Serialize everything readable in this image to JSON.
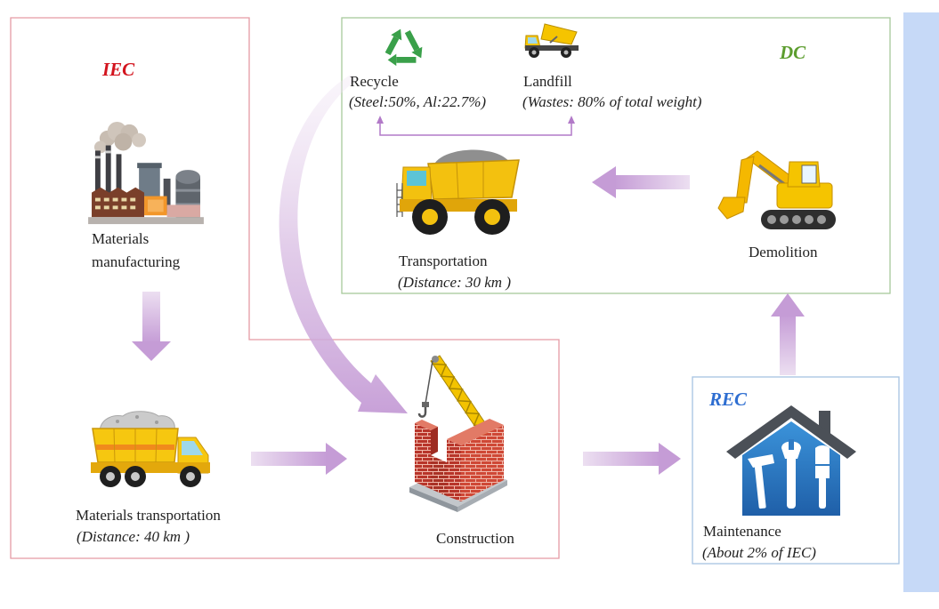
{
  "diagram": {
    "regions": {
      "iec": {
        "label": "IEC",
        "color": "#d3141e",
        "border": "#e59aa5"
      },
      "dc": {
        "label": "DC",
        "color": "#5c9d2e",
        "border": "#a7c99b"
      },
      "rec": {
        "label": "REC",
        "color": "#2e6ed1",
        "border": "#a6c2e2"
      }
    },
    "materials_manufacturing": {
      "icon": "factory-icon",
      "lines": [
        "Materials",
        "manufacturing"
      ]
    },
    "materials_transportation": {
      "icon": "dump-truck-icon",
      "label": "Materials transportation",
      "note": "(Distance: 40 km )"
    },
    "construction": {
      "icon": "crane-brick-wall-icon",
      "label": "Construction"
    },
    "maintenance": {
      "icon": "house-tools-icon",
      "label": "Maintenance",
      "note": "(About 2% of IEC)"
    },
    "demolition": {
      "icon": "excavator-icon",
      "label": "Demolition"
    },
    "transportation": {
      "icon": "mining-dump-truck-icon",
      "label": "Transportation",
      "note": "(Distance: 30 km )"
    },
    "recycle": {
      "icon": "recycle-icon",
      "label": "Recycle",
      "note": "(Steel:50%, Al:22.7%)"
    },
    "landfill": {
      "icon": "landfill-dump-truck-icon",
      "label": "Landfill",
      "note": "(Wastes: 80% of total weight)"
    },
    "arrow_color": "#c59cd6",
    "bracket_color": "#b27ac8"
  },
  "side_panel_color": "#c6d9f7"
}
